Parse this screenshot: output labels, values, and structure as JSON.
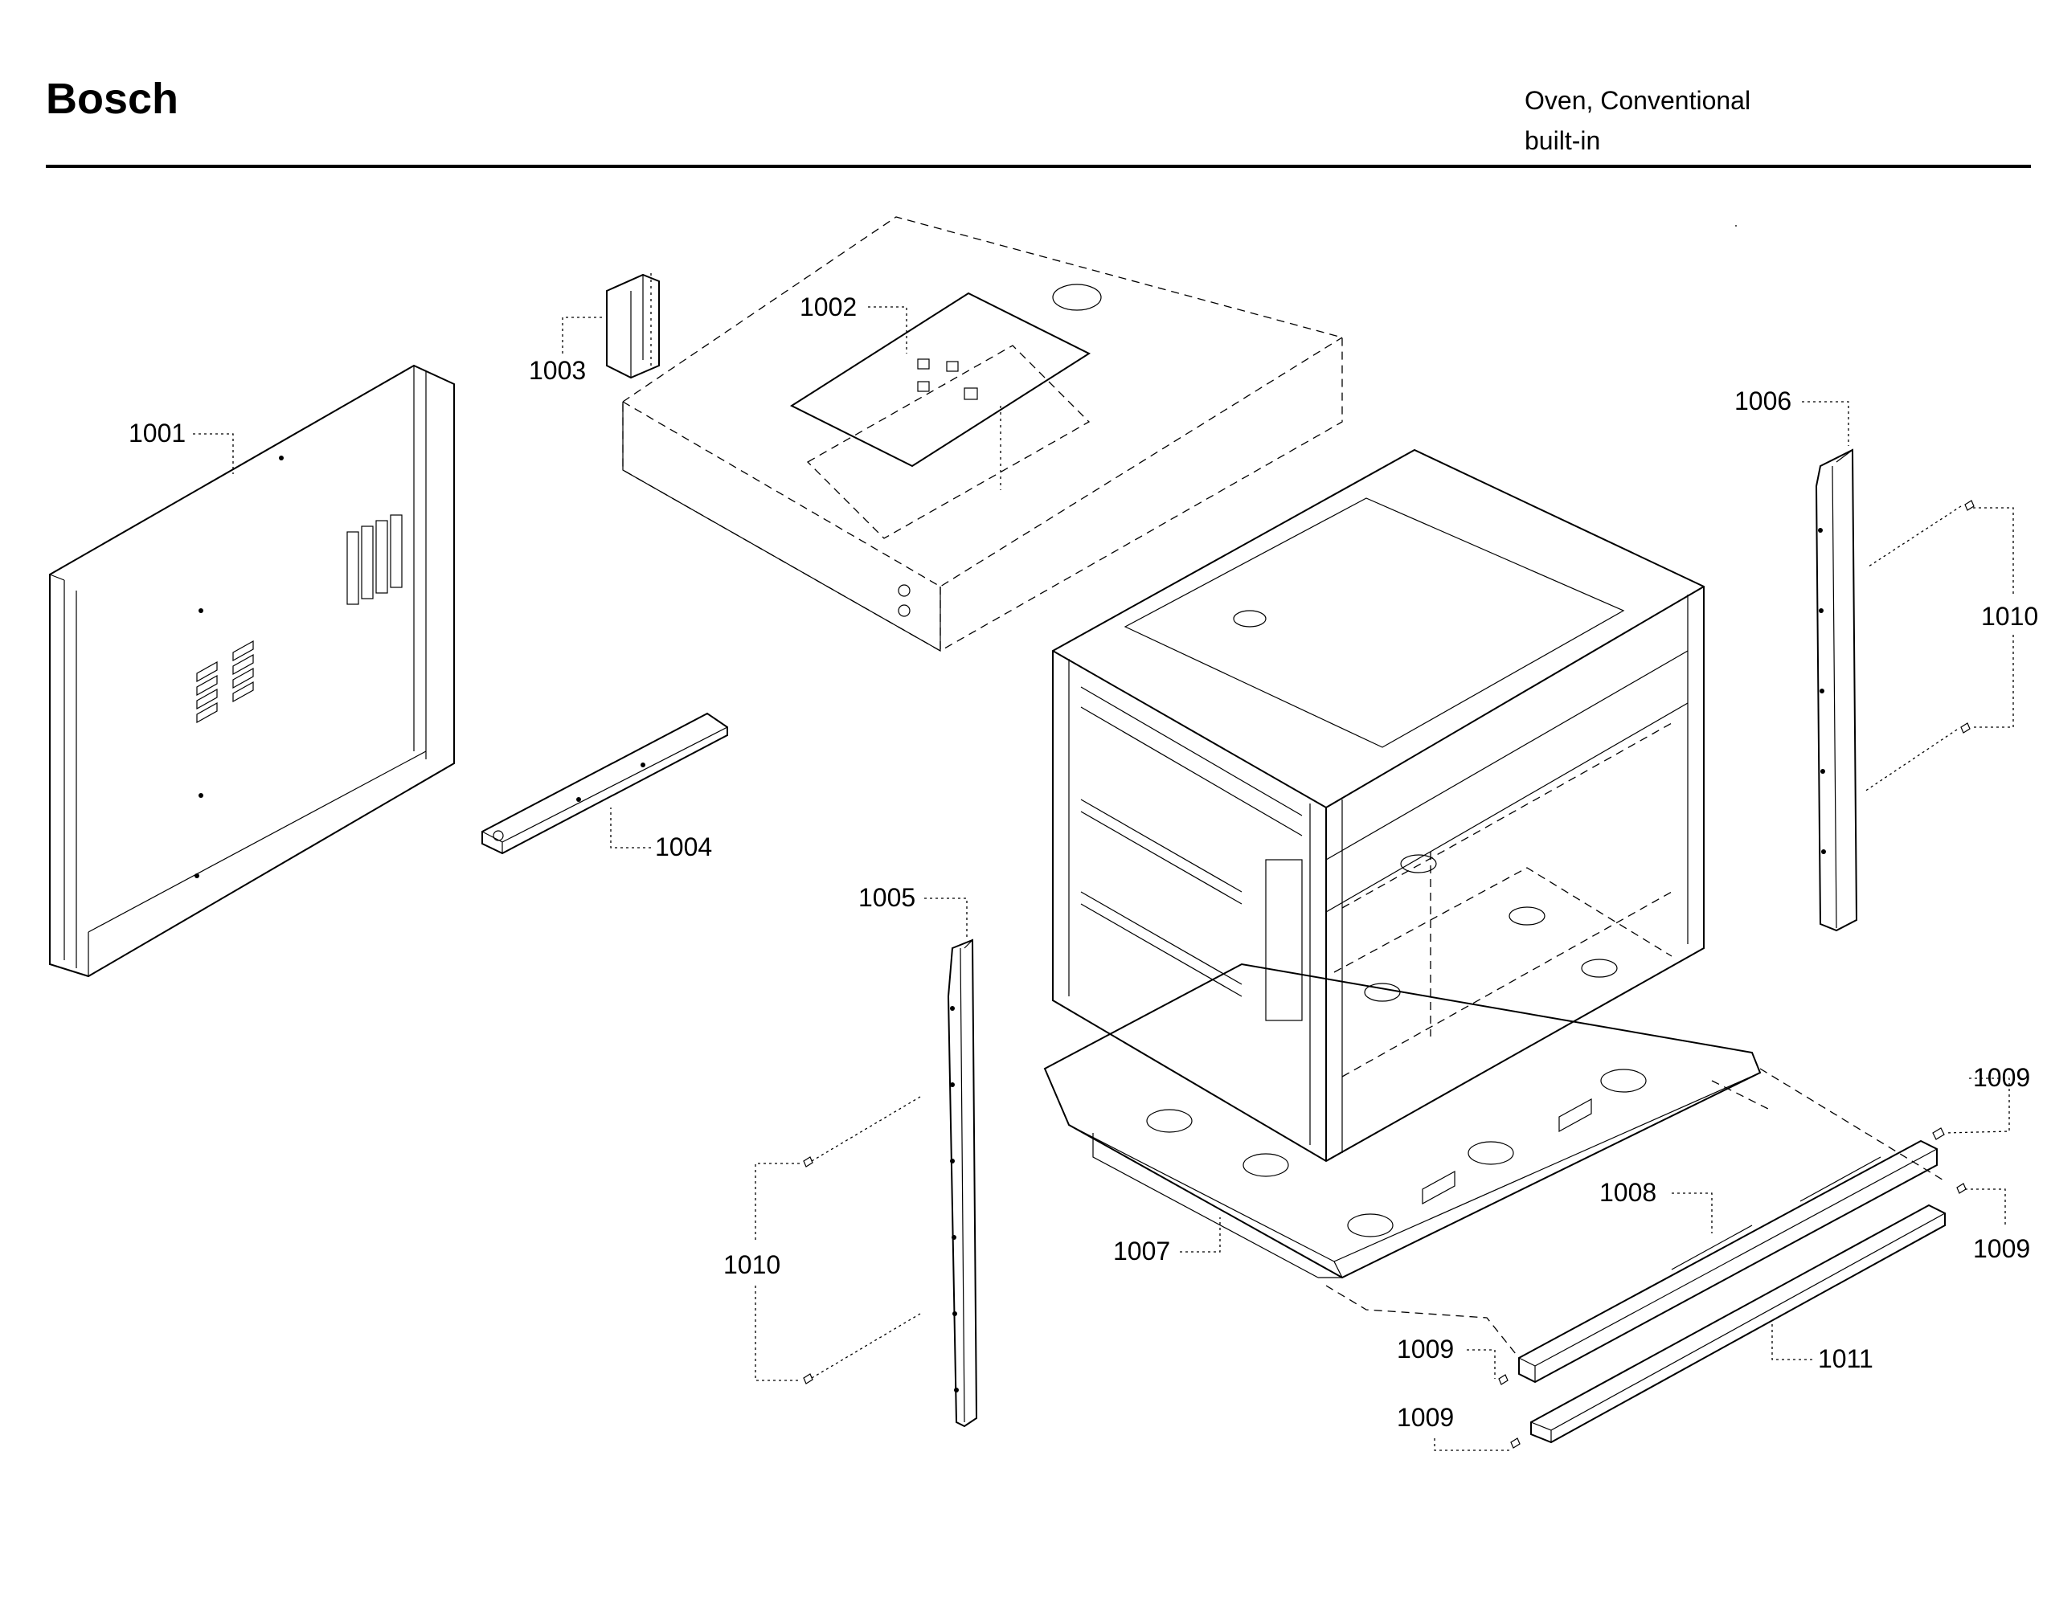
{
  "header": {
    "brand": "Bosch",
    "product_line1": "Oven, Conventional",
    "product_line2": "built-in"
  },
  "callouts": {
    "p1001": "1001",
    "p1002": "1002",
    "p1003": "1003",
    "p1004": "1004",
    "p1005": "1005",
    "p1006": "1006",
    "p1007": "1007",
    "p1008": "1008",
    "p1009": "1009",
    "p1010": "1010",
    "p1011": "1011"
  }
}
